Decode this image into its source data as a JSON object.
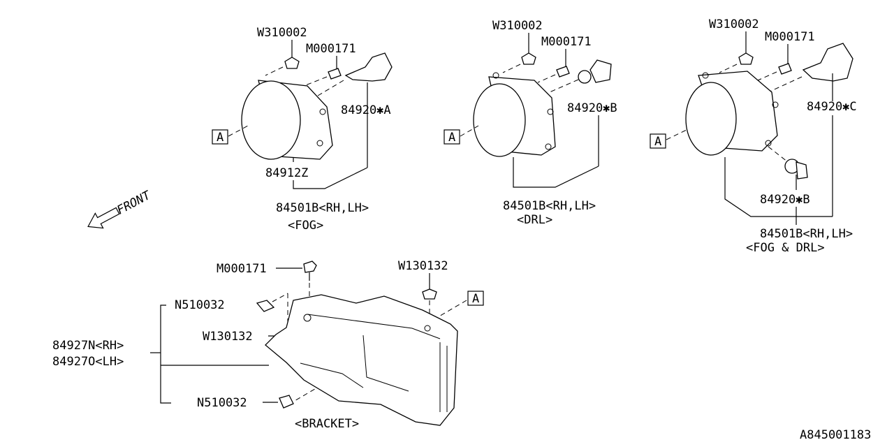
{
  "labels": {
    "fog_clip": "W310002",
    "fog_screw": "M000171",
    "fog_bulb": "84920✱A",
    "fog_lens": "84912Z",
    "fog_assy": "84501B<RH,LH>",
    "fog_desc": "<FOG>",
    "drl_clip": "W310002",
    "drl_screw": "M000171",
    "drl_bulb": "84920✱B",
    "drl_assy": "84501B<RH,LH>",
    "drl_desc": "<DRL>",
    "combo_clip": "W310002",
    "combo_screw": "M000171",
    "combo_bulb_c": "84920✱C",
    "combo_bulb_b": "84920✱B",
    "combo_assy": "84501B<RH,LH>",
    "combo_desc": "<FOG & DRL>",
    "front": "FRONT",
    "brk_screw": "M000171",
    "brk_clip_top": "W130132",
    "brk_nut_top": "N510032",
    "brk_clip_mid": "W130132",
    "brk_rh": "84927N<RH>",
    "brk_lh": "84927O<LH>",
    "brk_nut_bottom": "N510032",
    "brk_desc": "<BRACKET>",
    "ref_a": "A",
    "diagram_id": "A845001183"
  }
}
